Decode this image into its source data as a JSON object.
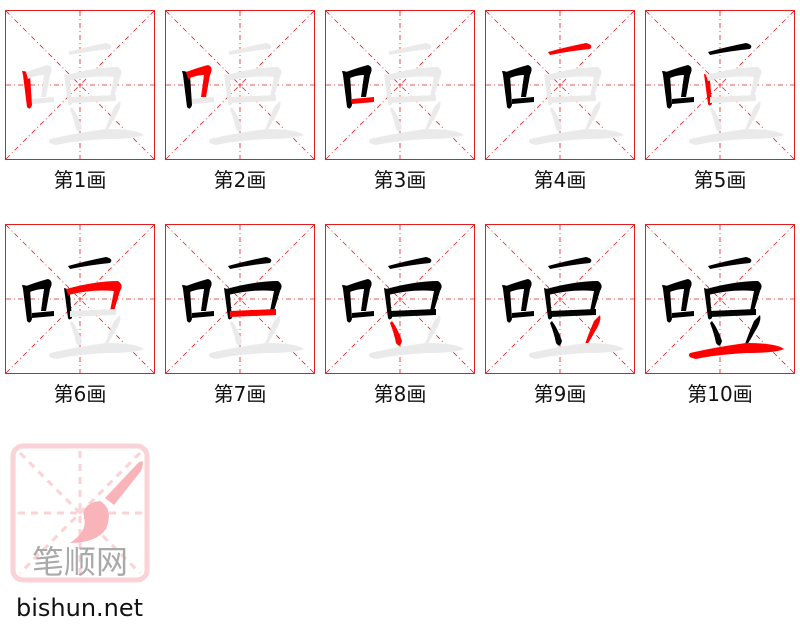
{
  "character": "哑",
  "stroke_count": 10,
  "frames": [
    {
      "label": "第1画",
      "step": 1
    },
    {
      "label": "第2画",
      "step": 2
    },
    {
      "label": "第3画",
      "step": 3
    },
    {
      "label": "第4画",
      "step": 4
    },
    {
      "label": "第5画",
      "step": 5
    },
    {
      "label": "第6画",
      "step": 6
    },
    {
      "label": "第7画",
      "step": 7
    },
    {
      "label": "第8画",
      "step": 8
    },
    {
      "label": "第9画",
      "step": 9
    },
    {
      "label": "第10画",
      "step": 10
    }
  ],
  "logo": {
    "text": "笔顺网",
    "icon": "brush-icon"
  },
  "site": {
    "name": "bishun.net"
  },
  "colors": {
    "grid": "#e51c1c",
    "current_stroke": "#ff0000",
    "done_stroke": "#000000",
    "pending_stroke": "#eaeaea",
    "logo_pink": "#f9b4b9",
    "logo_text": "#a9a9a9"
  }
}
